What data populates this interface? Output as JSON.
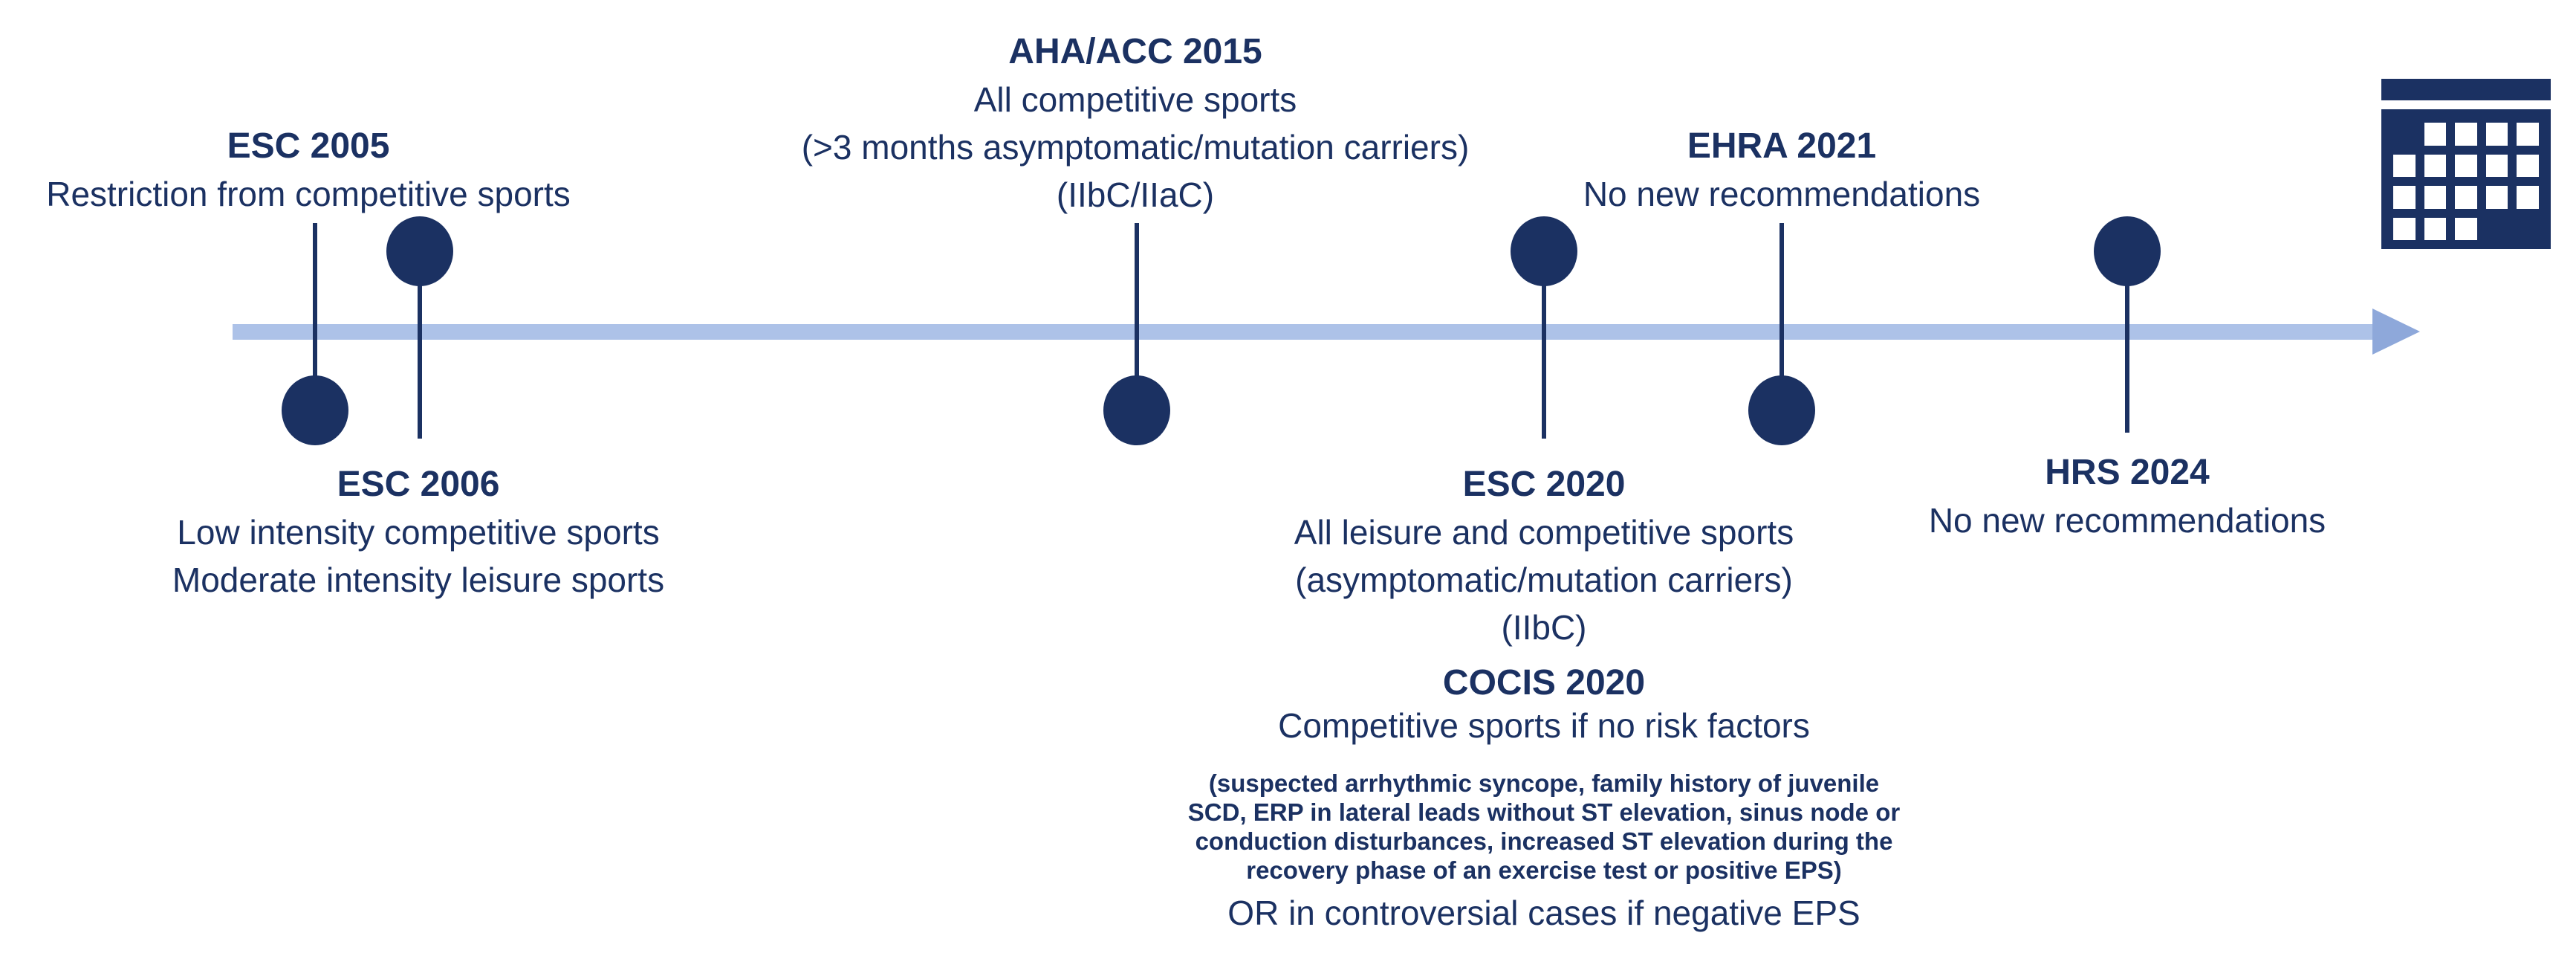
{
  "colors": {
    "navy": "#1b3162",
    "timeline_bar": "#adc2e8",
    "arrowhead": "#8ea8da",
    "background": "#ffffff"
  },
  "timeline": {
    "direction": "left-to-right",
    "start_year": 2005,
    "end_year": 2024
  },
  "events": [
    {
      "year": "2005",
      "marker": "circle-below-line",
      "title": "ESC 2005",
      "lines": [
        "Restriction from competitive sports"
      ]
    },
    {
      "year": "2006",
      "marker": "circle-above-line",
      "title": "ESC 2006",
      "lines": [
        "Low intensity competitive sports",
        "Moderate intensity leisure sports"
      ]
    },
    {
      "year": "2015",
      "marker": "circle-below-line",
      "title": "AHA/ACC 2015",
      "lines": [
        "All competitive sports",
        "(>3 months asymptomatic/mutation carriers)",
        "(IIbC/IIaC)"
      ]
    },
    {
      "year": "2020",
      "marker": "circle-above-line",
      "title": "ESC 2020",
      "lines": [
        "All leisure and competitive sports",
        "(asymptomatic/mutation carriers)",
        "(IIbC)"
      ]
    },
    {
      "year": "2021",
      "marker": "circle-below-line",
      "title": "EHRA 2021",
      "lines": [
        "No new recommendations"
      ]
    },
    {
      "year": "2024",
      "marker": "circle-above-line",
      "title": "HRS 2024",
      "lines": [
        "No new recommendations"
      ]
    }
  ],
  "cocis": {
    "title": "COCIS 2020",
    "subtitle": "Competitive sports if no risk factors",
    "detail_lines": [
      "(suspected arrhythmic syncope, family history of juvenile",
      "SCD, ERP in lateral leads without ST elevation, sinus node or",
      "conduction disturbances, increased ST elevation during the",
      "recovery phase of an exercise test or positive EPS)"
    ],
    "footer": "OR in controversial cases if negative EPS"
  },
  "icons": {
    "calendar": {
      "name": "calendar-icon",
      "grid_pattern": [
        [
          0,
          1,
          1,
          1,
          1
        ],
        [
          1,
          1,
          1,
          1,
          1
        ],
        [
          1,
          1,
          1,
          1,
          1
        ],
        [
          1,
          1,
          1,
          0,
          0
        ]
      ]
    }
  }
}
